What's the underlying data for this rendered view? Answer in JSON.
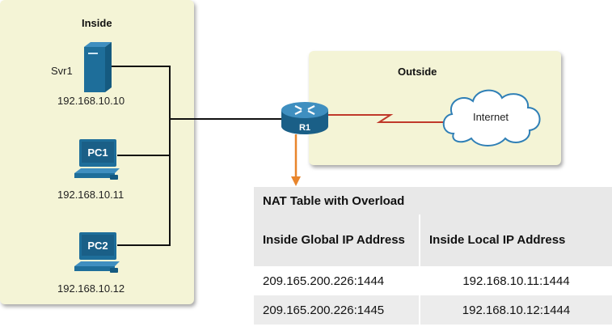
{
  "inside": {
    "title": "Inside",
    "server": {
      "name": "Svr1",
      "ip": "192.168.10.10"
    },
    "pc1": {
      "name": "PC1",
      "ip": "192.168.10.11"
    },
    "pc2": {
      "name": "PC2",
      "ip": "192.168.10.12"
    }
  },
  "outside": {
    "title": "Outside",
    "cloud_label": "Internet"
  },
  "router": {
    "name": "R1"
  },
  "nat_table": {
    "caption": "NAT Table with Overload",
    "headers": [
      "Inside Global IP Address",
      "Inside Local IP Address"
    ],
    "rows": [
      [
        "209.165.200.226:1444",
        "192.168.10.11:1444"
      ],
      [
        "209.165.200.226:1445",
        "192.168.10.12:1444"
      ]
    ]
  },
  "colors": {
    "zone_bg": "#f4f4d6",
    "serial_link": "#c0392b",
    "arrow": "#e8852c",
    "device_blue": "#1e6e9a"
  },
  "icons": [
    "server-icon",
    "pc-icon",
    "router-icon",
    "cloud-icon",
    "serial-link",
    "arrow"
  ]
}
